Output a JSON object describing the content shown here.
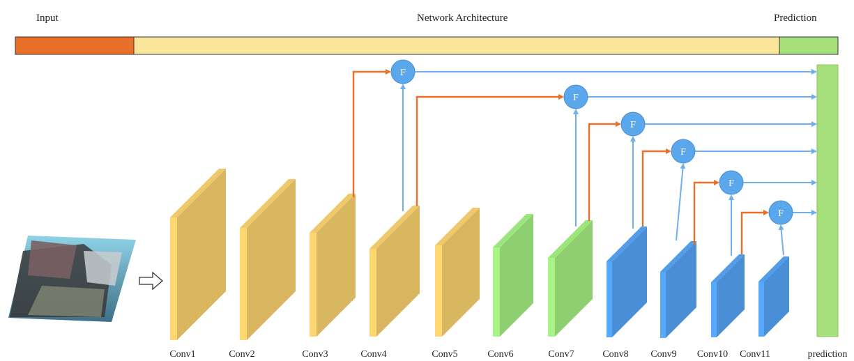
{
  "header": {
    "input_label": "Input",
    "network_label": "Network Architecture",
    "prediction_label": "Prediction"
  },
  "colors": {
    "input_bar": "#e8702a",
    "network_bar": "#fbe59a",
    "prediction_bar": "#a6e07a",
    "conv_yellow": "#d9b660",
    "conv_green": "#8ed071",
    "conv_blue": "#4a8fd6",
    "fuse_node": "#5aa7ec",
    "arrow_orange": "#e8702a",
    "arrow_blue": "#6fb0ec"
  },
  "layers": [
    {
      "name": "Conv1",
      "color": "yellow"
    },
    {
      "name": "Conv2",
      "color": "yellow"
    },
    {
      "name": "Conv3",
      "color": "yellow"
    },
    {
      "name": "Conv4",
      "color": "yellow"
    },
    {
      "name": "Conv5",
      "color": "yellow"
    },
    {
      "name": "Conv6",
      "color": "green"
    },
    {
      "name": "Conv7",
      "color": "green"
    },
    {
      "name": "Conv8",
      "color": "blue"
    },
    {
      "name": "Conv9",
      "color": "blue"
    },
    {
      "name": "Conv10",
      "color": "blue"
    },
    {
      "name": "Conv11",
      "color": "blue"
    }
  ],
  "fuse_label": "F",
  "output_label": "prediction",
  "input_image": "underwater coral photo"
}
